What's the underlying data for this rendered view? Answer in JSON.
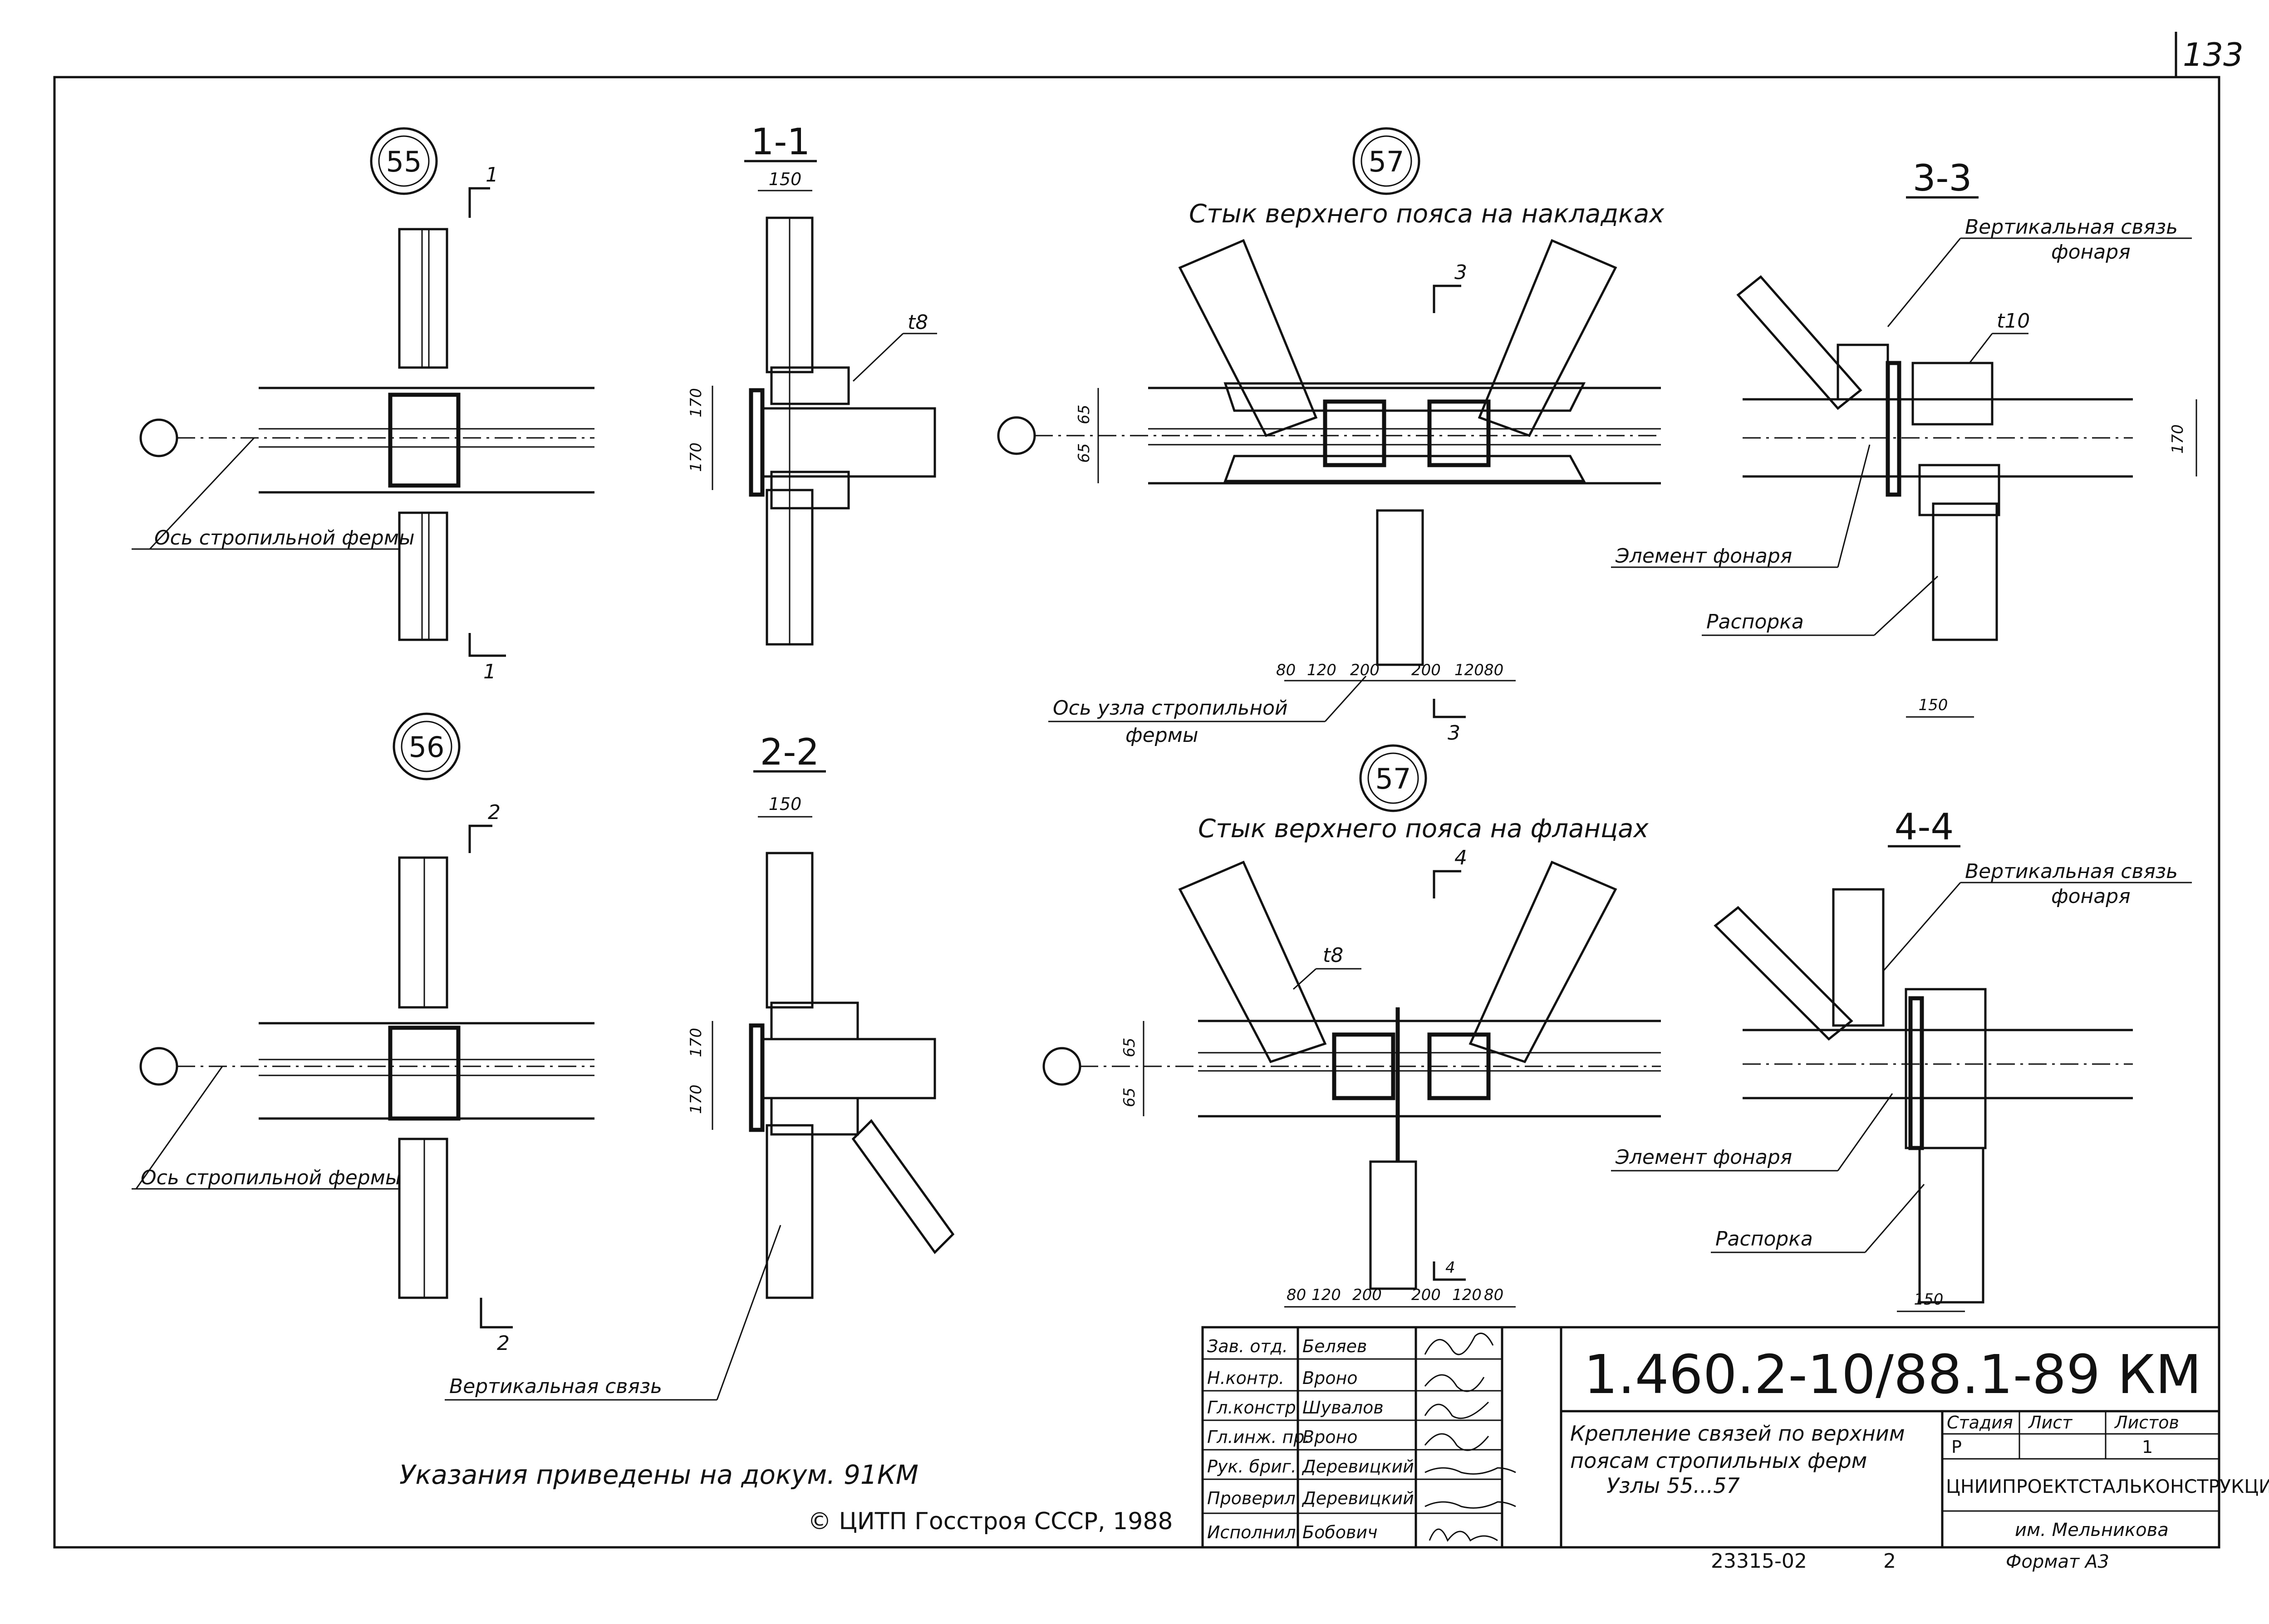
{
  "page_number": "133",
  "nodes": {
    "n55": {
      "id": "55",
      "section_marks": [
        "1",
        "1"
      ],
      "axis_label": "Ось стропильной фермы"
    },
    "n56": {
      "id": "56",
      "section_marks": [
        "2",
        "2"
      ],
      "axis_label": "Ось стропильной фермы"
    },
    "n57a": {
      "id": "57",
      "caption": "Стык верхнего пояса на накладках",
      "section_marks": [
        "3",
        "3"
      ],
      "plate_label": "",
      "dims_vertical": [
        "65",
        "65"
      ],
      "dims_bottom": [
        "80",
        "120",
        "200",
        "200",
        "120",
        "80"
      ],
      "axis_label_1": "Ось узла стропильной",
      "axis_label_2": "фермы"
    },
    "n57b": {
      "id": "57",
      "caption": "Стык верхнего пояса на фланцах",
      "section_marks": [
        "4",
        "4"
      ],
      "plate_label": "t8",
      "dims_vertical": [
        "65",
        "65"
      ],
      "dims_bottom": [
        "80",
        "120",
        "200",
        "200",
        "120",
        "80"
      ]
    }
  },
  "sections": {
    "s11": {
      "title": "1-1",
      "width_dim": "150",
      "plate": "t8",
      "dims": [
        "170",
        "170"
      ]
    },
    "s22": {
      "title": "2-2",
      "width_dim": "150",
      "dims": [
        "170",
        "170"
      ],
      "brace_label": "Вертикальная связь"
    },
    "s33": {
      "title": "3-3",
      "plate": "t10",
      "dim_right": "170",
      "width_dim": "150",
      "label_brace_1": "Вертикальная связь",
      "label_brace_2": "фонаря",
      "label_element": "Элемент фонаря",
      "label_strut": "Распорка"
    },
    "s44": {
      "title": "4-4",
      "width_dim": "150",
      "label_brace_1": "Вертикальная связь",
      "label_brace_2": "фонаря",
      "label_element": "Элемент фонаря",
      "label_strut": "Распорка"
    }
  },
  "notes": {
    "instructions": "Указания приведены на докум. 91КМ",
    "copyright": "© ЦИТП Госстроя СССР, 1988"
  },
  "title_block": {
    "doc_code": "1.460.2-10/88.1-89 КМ",
    "title_lines": [
      "Крепление связей по верхним",
      "поясам стропильных ферм",
      "Узлы   55...57"
    ],
    "roles": [
      {
        "role": "Зав. отд.",
        "name": "Беляев"
      },
      {
        "role": "Н.контр.",
        "name": "Вроно"
      },
      {
        "role": "Гл.констр.",
        "name": "Шувалов"
      },
      {
        "role": "Гл.инж. пр.",
        "name": "Вроно"
      },
      {
        "role": "Рук. бриг.",
        "name": "Деревицкий"
      },
      {
        "role": "Проверил",
        "name": "Деревицкий"
      },
      {
        "role": "Исполнил",
        "name": "Бобович"
      }
    ],
    "stage_header": "Стадия",
    "sheet_header": "Лист",
    "sheets_header": "Листов",
    "stage_value": "Р",
    "sheet_value": "",
    "sheets_value": "1",
    "org_1": "ЦНИИПРОЕКТСТАЛЬКОНСТРУКЦИЯ",
    "org_2": "им. Мельникова",
    "format": "Формат А3"
  },
  "footer": {
    "inventory": "23315-02",
    "copy": "2"
  }
}
